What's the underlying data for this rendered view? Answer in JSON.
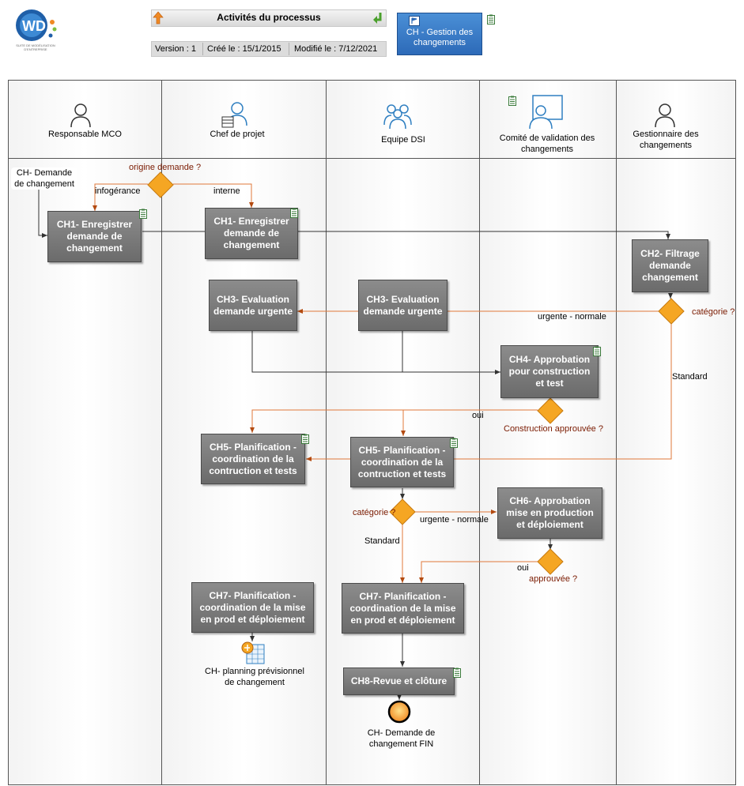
{
  "header": {
    "title": "Activités du processus",
    "version": "Version : 1",
    "created": "Créé le : 15/1/2015",
    "modified": "Modifié le : 7/12/2021",
    "process_button": "CH - Gestion des changements",
    "logo_text": "WD",
    "logo_subtitle": "SUITE DE MODÉLISATION D'ENTREPRISE"
  },
  "lanes": [
    {
      "label": "Responsable MCO"
    },
    {
      "label": "Chef de projet"
    },
    {
      "label": "Equipe DSI"
    },
    {
      "label": "Comité de validation des changements"
    },
    {
      "label": "Gestionnaire des changements"
    }
  ],
  "events": {
    "start": "CH- Demande de changement",
    "end": "CH- Demande de changement FIN"
  },
  "gateways": {
    "origine": "origine demande ?",
    "categorie1": "catégorie ?",
    "construction": "Construction approuvée ?",
    "categorie2": "catégorie ?",
    "approuvee": "approuvée ?"
  },
  "flow_labels": {
    "infogerance": "infogérance",
    "interne": "interne",
    "urgente_normale_1": "urgente - normale",
    "standard_1": "Standard",
    "oui_1": "oui",
    "urgente_normale_2": "urgente - normale",
    "standard_2": "Standard",
    "oui_2": "oui"
  },
  "tasks": {
    "ch1_mco": "CH1- Enregistrer demande de changement",
    "ch1_cp": "CH1- Enregistrer demande de changement",
    "ch2": "CH2- Filtrage demande changement",
    "ch3_cp": "CH3- Evaluation demande urgente",
    "ch3_dsi": "CH3- Evaluation demande urgente",
    "ch4": "CH4- Approbation pour construction et test",
    "ch5_cp": "CH5- Planification - coordination de la contruction et tests",
    "ch5_dsi": "CH5- Planification - coordination de la contruction et tests",
    "ch6": "CH6- Approbation mise en production et déploiement",
    "ch7_cp": "CH7- Planification - coordination de la mise en prod et déploiement",
    "ch7_dsi": "CH7- Planification - coordination de la mise en prod et déploiement",
    "ch8": "CH8-Revue et clôture"
  },
  "documents": {
    "planning": "CH- planning prévisionnel de changement"
  },
  "colors": {
    "task_fill": "#7a7a7a",
    "gateway_fill": "#f5a623",
    "flow_orange": "#e0783a",
    "flow_gray": "#555555",
    "gateway_label": "#7a1a00",
    "button_blue": "#2d6ab8"
  }
}
